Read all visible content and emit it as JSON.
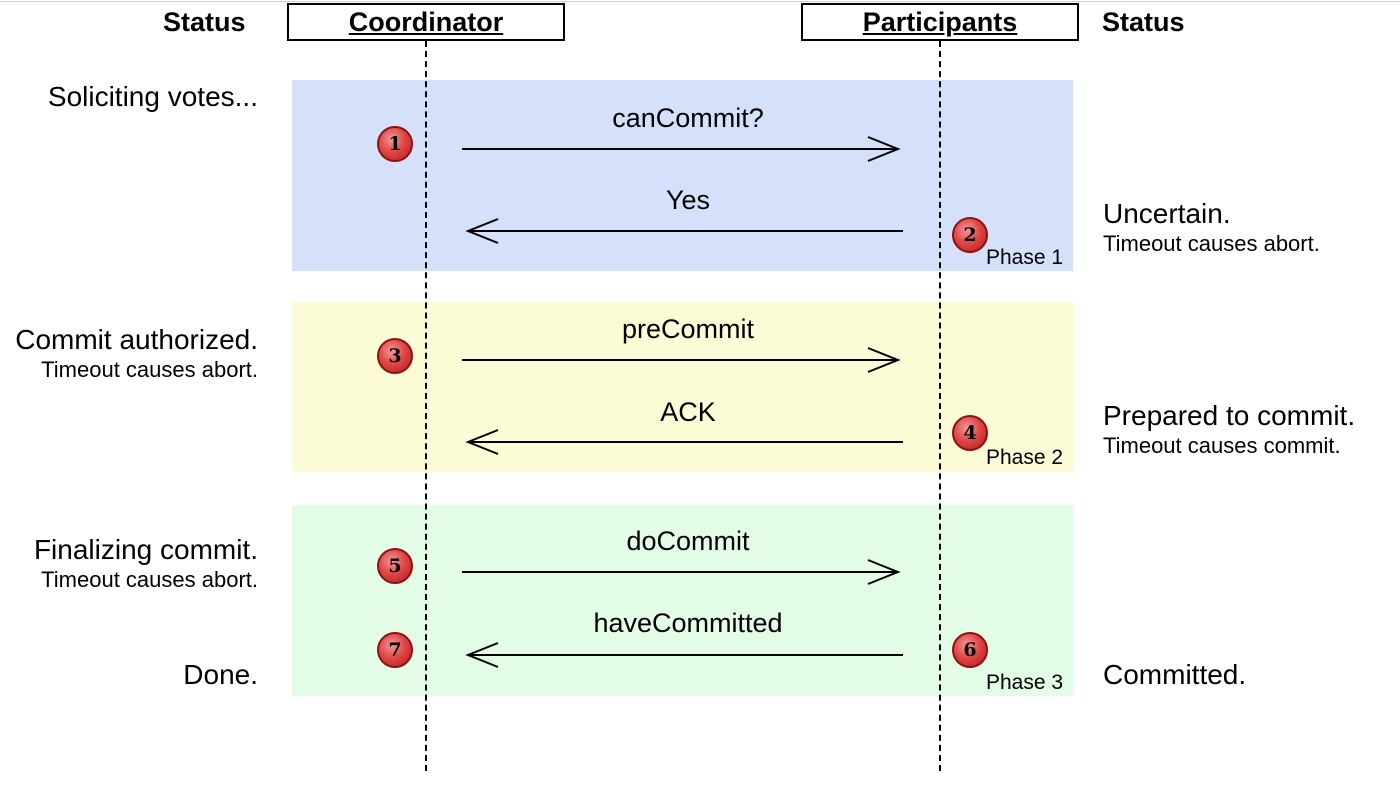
{
  "headers": {
    "left_status": "Status",
    "right_status": "Status"
  },
  "actors": {
    "coordinator": "Coordinator",
    "participants": "Participants"
  },
  "phases": [
    {
      "label": "Phase 1",
      "color": "#d5e0fb",
      "request": {
        "text": "canCommit?",
        "step": "1"
      },
      "response": {
        "text": "Yes",
        "step": "2"
      },
      "coordinator_status": {
        "main": "Soliciting votes...",
        "sub": ""
      },
      "participant_status": {
        "main": "Uncertain.",
        "sub": "Timeout causes abort."
      }
    },
    {
      "label": "Phase 2",
      "color": "#fbfcd5",
      "request": {
        "text": "preCommit",
        "step": "3"
      },
      "response": {
        "text": "ACK",
        "step": "4"
      },
      "coordinator_status": {
        "main": "Commit authorized.",
        "sub": "Timeout causes abort."
      },
      "participant_status": {
        "main": "Prepared to commit.",
        "sub": "Timeout causes commit."
      }
    },
    {
      "label": "Phase 3",
      "color": "#e2fce6",
      "request": {
        "text": "doCommit",
        "step": "5"
      },
      "response": {
        "text": "haveCommitted",
        "step": "6"
      },
      "done_step": "7",
      "coordinator_status": {
        "main": "Finalizing commit.",
        "sub": "Timeout causes abort."
      },
      "coordinator_final": "Done.",
      "participant_status": {
        "main": "Committed.",
        "sub": ""
      }
    }
  ]
}
